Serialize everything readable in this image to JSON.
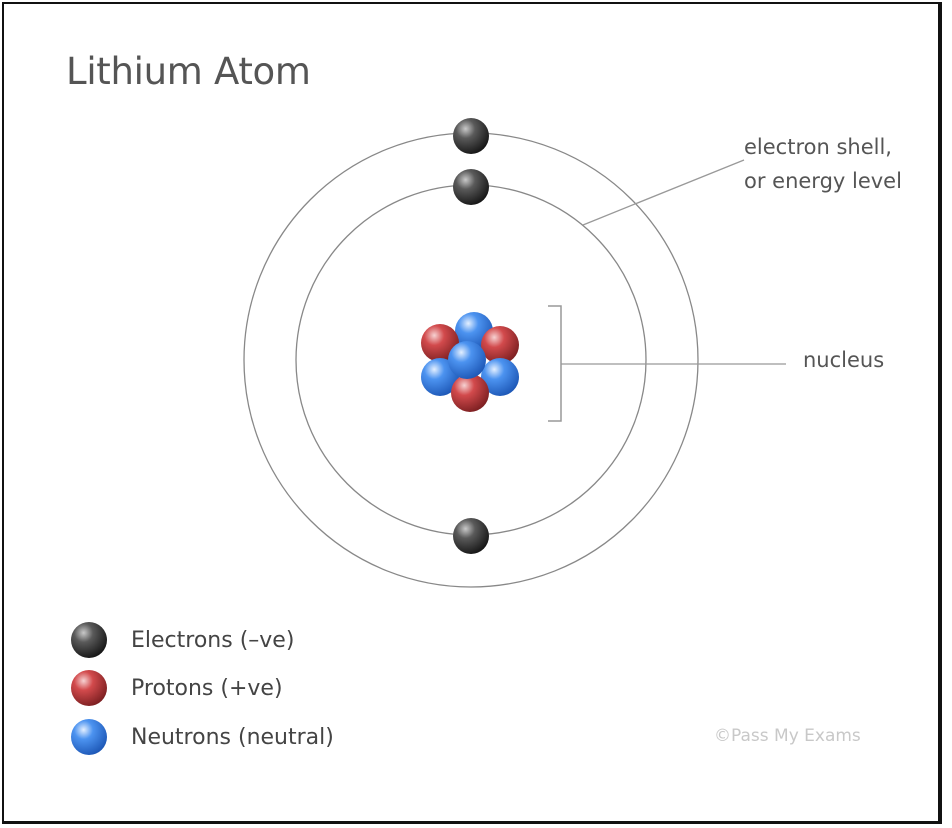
{
  "title": "Lithium Atom",
  "labels": {
    "shell_line1": "electron shell,",
    "shell_line2": "or energy level",
    "nucleus": "nucleus"
  },
  "legend": [
    {
      "particle": "electron",
      "text": "Electrons  (–ve)",
      "color": "#3a3a3a"
    },
    {
      "particle": "proton",
      "text": "Protons  (+ve)",
      "color": "#c0393b"
    },
    {
      "particle": "neutron",
      "text": "Neutrons  (neutral)",
      "color": "#3b82e8"
    }
  ],
  "copyright": "©Pass My Exams",
  "atom": {
    "element": "Lithium",
    "shells": 2,
    "electrons_per_shell": [
      2,
      1
    ],
    "nucleus": {
      "protons": 3,
      "neutrons": 4
    }
  },
  "colors": {
    "electron": "#3a3a3a",
    "proton": "#c0393b",
    "neutron": "#3b82e8",
    "shell_line": "#888888",
    "text": "#555555"
  }
}
